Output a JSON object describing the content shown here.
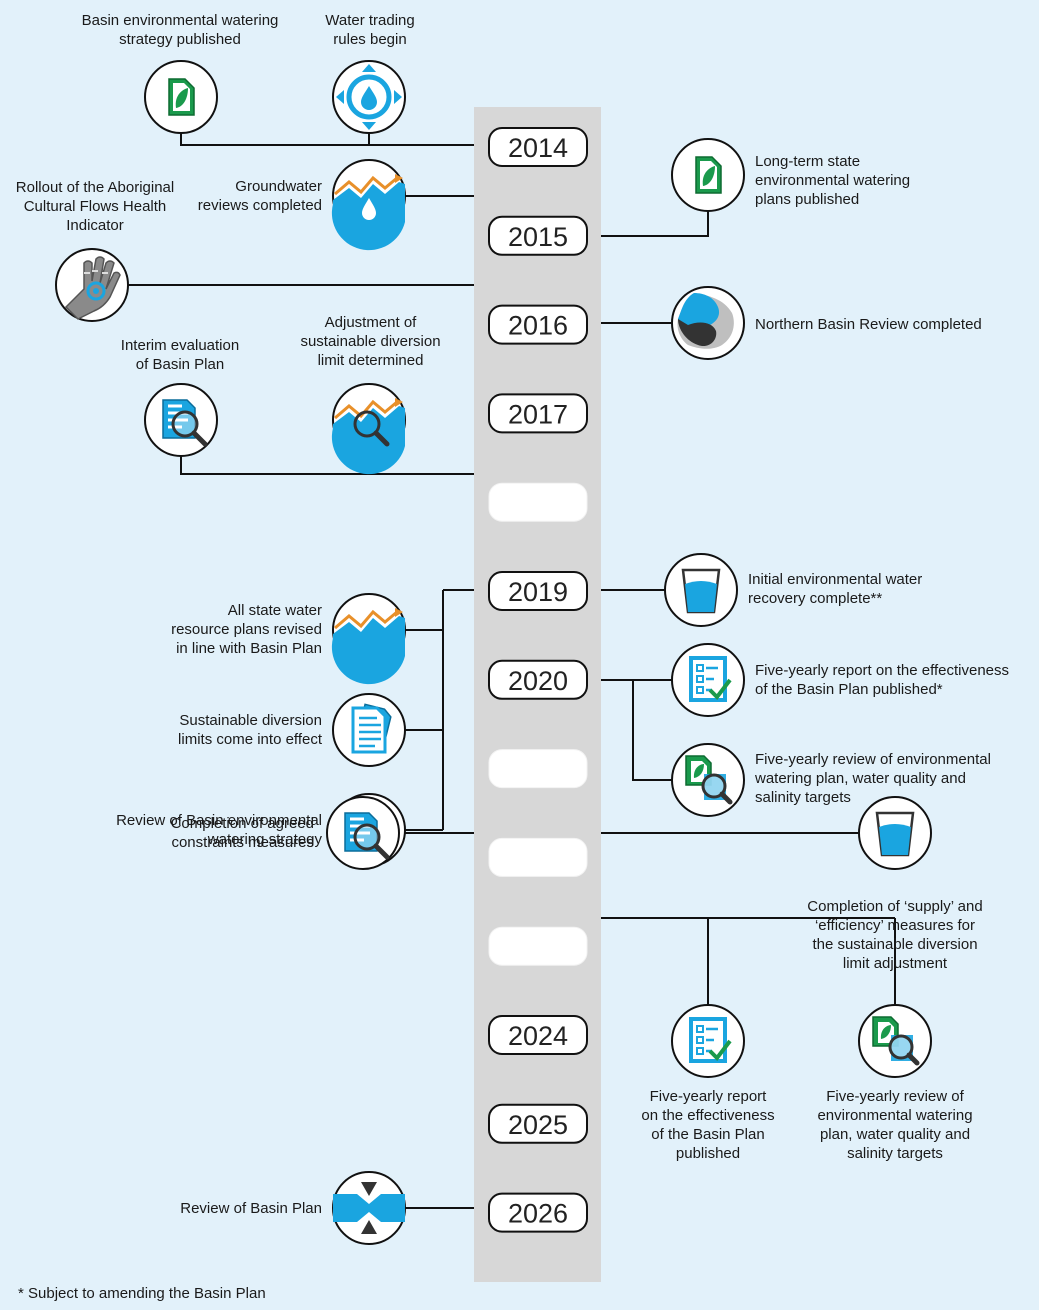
{
  "timeline": {
    "years": [
      "2014",
      "2015",
      "2016",
      "2017",
      "",
      "2019",
      "2020",
      "",
      "",
      "",
      "2024",
      "2025",
      "2026"
    ]
  },
  "events": {
    "e1": "Basin environmental watering\nstrategy published",
    "e2": "Water trading\nrules begin",
    "e3": "Groundwater\nreviews completed",
    "e4": "Rollout of the Aboriginal\nCultural Flows Health\nIndicator",
    "e5": "Long-term state\nenvironmental watering\nplans published",
    "e6": "Northern Basin Review completed",
    "e7": "Interim evaluation\nof Basin Plan",
    "e8": "Adjustment of\nsustainable diversion\nlimit determined",
    "e9": "Initial environmental water\nrecovery complete**",
    "e10": "All state water\nresource plans revised\nin line with Basin Plan",
    "e11": "Five-yearly report on the effectiveness\nof the Basin Plan published*",
    "e12": "Sustainable diversion\nlimits come into effect",
    "e13": "Five-yearly review of environmental\nwatering plan, water quality and\nsalinity targets",
    "e14": "Review of Basin environmental\nwatering strategy",
    "e15": "Completion of ‘supply’ and\n‘efficiency’ measures for\nthe sustainable diversion\nlimit adjustment",
    "e16": "Completion of agreed\nconstraints measures",
    "e17": "Five-yearly report\non the effectiveness\nof the Basin Plan\npublished",
    "e18": "Five-yearly review of\nenvironmental watering\nplan, water quality and\nsalinity targets",
    "e19": "Review of Basin Plan"
  },
  "footnote": "*  Subject to amending the Basin Plan",
  "colors": {
    "background": "#e2f1fa",
    "spine": "#d7d7d7",
    "green": "#1a9a4c",
    "blue": "#1aa5e0",
    "orange": "#e8902a"
  }
}
